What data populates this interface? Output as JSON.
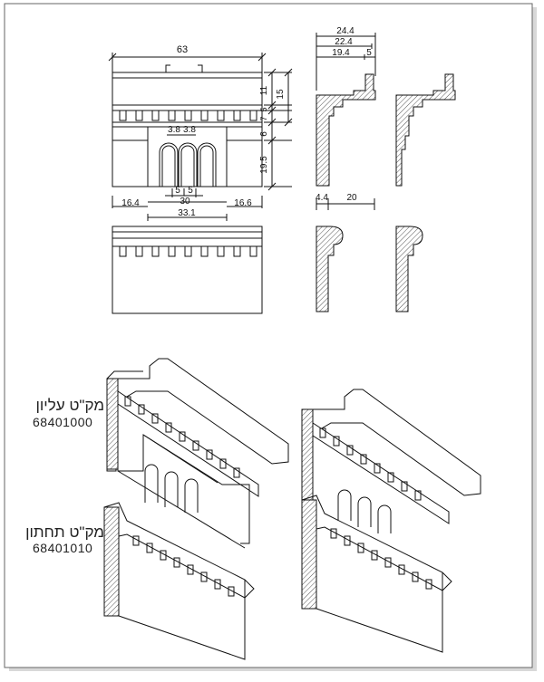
{
  "front_top": {
    "width": "63",
    "heights": [
      "15",
      "11",
      "5",
      "7",
      "6",
      "19.5"
    ],
    "dentil_label_a": "3.8",
    "dentil_label_b": "3.8",
    "arch_labels": [
      "5",
      "5"
    ],
    "arch_span": "30",
    "left_margin": "16.4",
    "right_margin": "16.6",
    "dentil_span": "33.1"
  },
  "profile_top": {
    "widths": [
      "24.4",
      "22.4",
      "19.4",
      "5"
    ]
  },
  "profile_bottom": {
    "widths": [
      "4.4",
      "20"
    ]
  },
  "products": [
    {
      "name": "מק\"ט עליון",
      "code": "68401000"
    },
    {
      "name": "מק\"ט תחתון",
      "code": "68401010"
    }
  ]
}
